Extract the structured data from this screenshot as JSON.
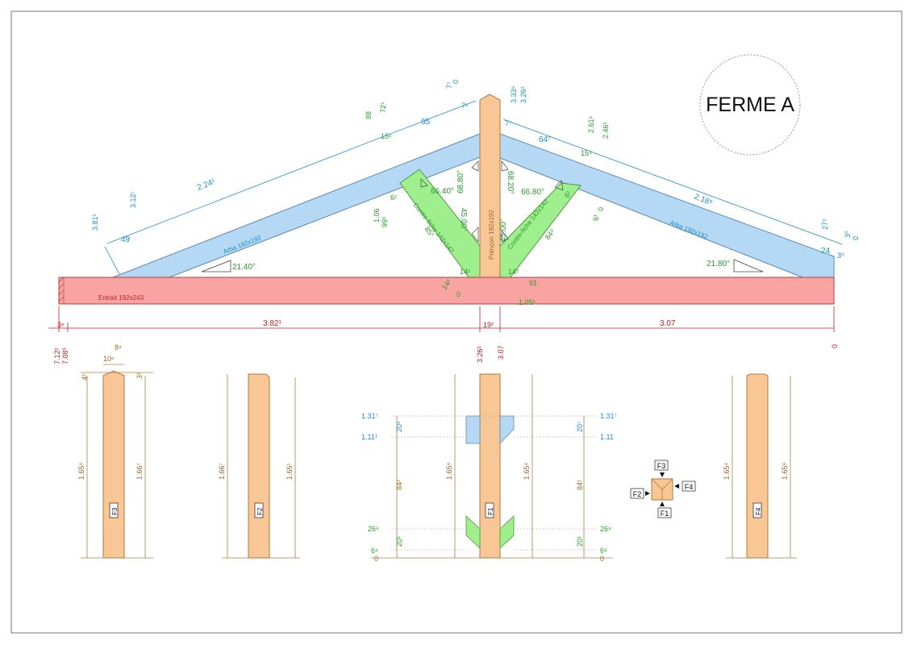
{
  "title": "FERME A",
  "members": {
    "entrait": "Entrait 192x243",
    "arba_left": "Arba 192x192",
    "arba_right": "Arba 192x192",
    "poincon": "Poinçon 192x192",
    "cf_left": "Contre-fiche 142x142",
    "cf_right": "Contre-fiche 142x142"
  },
  "angles": {
    "left_slope": "21.40°",
    "right_slope": "21.80°",
    "cf_left_a": "66.40°",
    "cf_left_b": "68.80°",
    "cf_left_c": "45.00°",
    "cf_right_a": "68.20°",
    "cf_right_b": "66.80°",
    "cf_right_c": "45.00°"
  },
  "dims": {
    "l_224": "2.24¹",
    "l_312": "3.12⁷",
    "l_381": "3.81¹",
    "l_49": "49",
    "l_65": "65",
    "l_88": "88",
    "l_72": "72⁵",
    "l_15": "15⁶",
    "l_7a": "7⁵",
    "l_7b": "7⁶",
    "l_0": "0",
    "r_333": "3.33⁹",
    "r_326": "3.26²",
    "r_7": "7⁷",
    "r_64": "64⁷",
    "r_261": "2.61⁶",
    "r_246": "2.46¹",
    "r_15": "15⁴",
    "r_218": "2.18⁶",
    "r_27": "27⁵",
    "r_24": "24",
    "r_3a": "3⁰",
    "r_3b": "3⁰",
    "r_0": "0",
    "cl_6": "6²",
    "cl_106": "1.06",
    "cl_99": "99⁵",
    "cl_85": "85⁵",
    "cl_14": "14²",
    "cr_6": "6¹",
    "cr_61": "6¹",
    "cr_0": "0",
    "cr_84": "84⁹",
    "cr_14": "14²",
    "e_14": "14²",
    "e_0": "0",
    "e_91": "91",
    "e_105": "1.05²",
    "b_39": "3⁹",
    "b_382": "3.82¹",
    "b_19": "19²",
    "b_307": "3.07",
    "b_712": "7.12²",
    "b_708": "7.08³",
    "b_326": "3.26²",
    "b_307v": "3.07",
    "b_0": "0"
  },
  "pieces": {
    "f3": {
      "label": "F3",
      "w1": "8⁸",
      "w2": "10⁶",
      "t1": "4²",
      "t2": "3¹",
      "h1": "1.65⁸",
      "h2": "1.66⁷"
    },
    "f2": {
      "label": "F2",
      "h1": "1.66⁷",
      "h2": "1.65¹"
    },
    "f1": {
      "label": "F1",
      "h1": "1.65⁸",
      "h2": "1.65⁸",
      "l_131": "1.31⁷",
      "l_111": "1.11¹",
      "l_20a": "20⁶",
      "l_84": "84²",
      "l_26": "26⁹",
      "l_20b": "20¹",
      "l_6": "6⁹",
      "l_0": "0",
      "r_131": "1.31⁷",
      "r_111": "1.11",
      "r_20a": "20⁷",
      "r_84": "84¹",
      "r_26": "26⁹",
      "r_20b": "20¹",
      "r_6": "6⁹",
      "r_0": "0"
    },
    "f4": {
      "label": "F4",
      "h1": "1.65⁸",
      "h2": "1.65⁸"
    }
  },
  "faces": {
    "f1": "F1",
    "f2": "F2",
    "f3": "F3",
    "f4": "F4"
  },
  "colors": {
    "entrait": "#f9a3a3",
    "arba": "#b5d8f5",
    "poincon": "#f9c796",
    "contrefiche": "#9fef8f"
  }
}
